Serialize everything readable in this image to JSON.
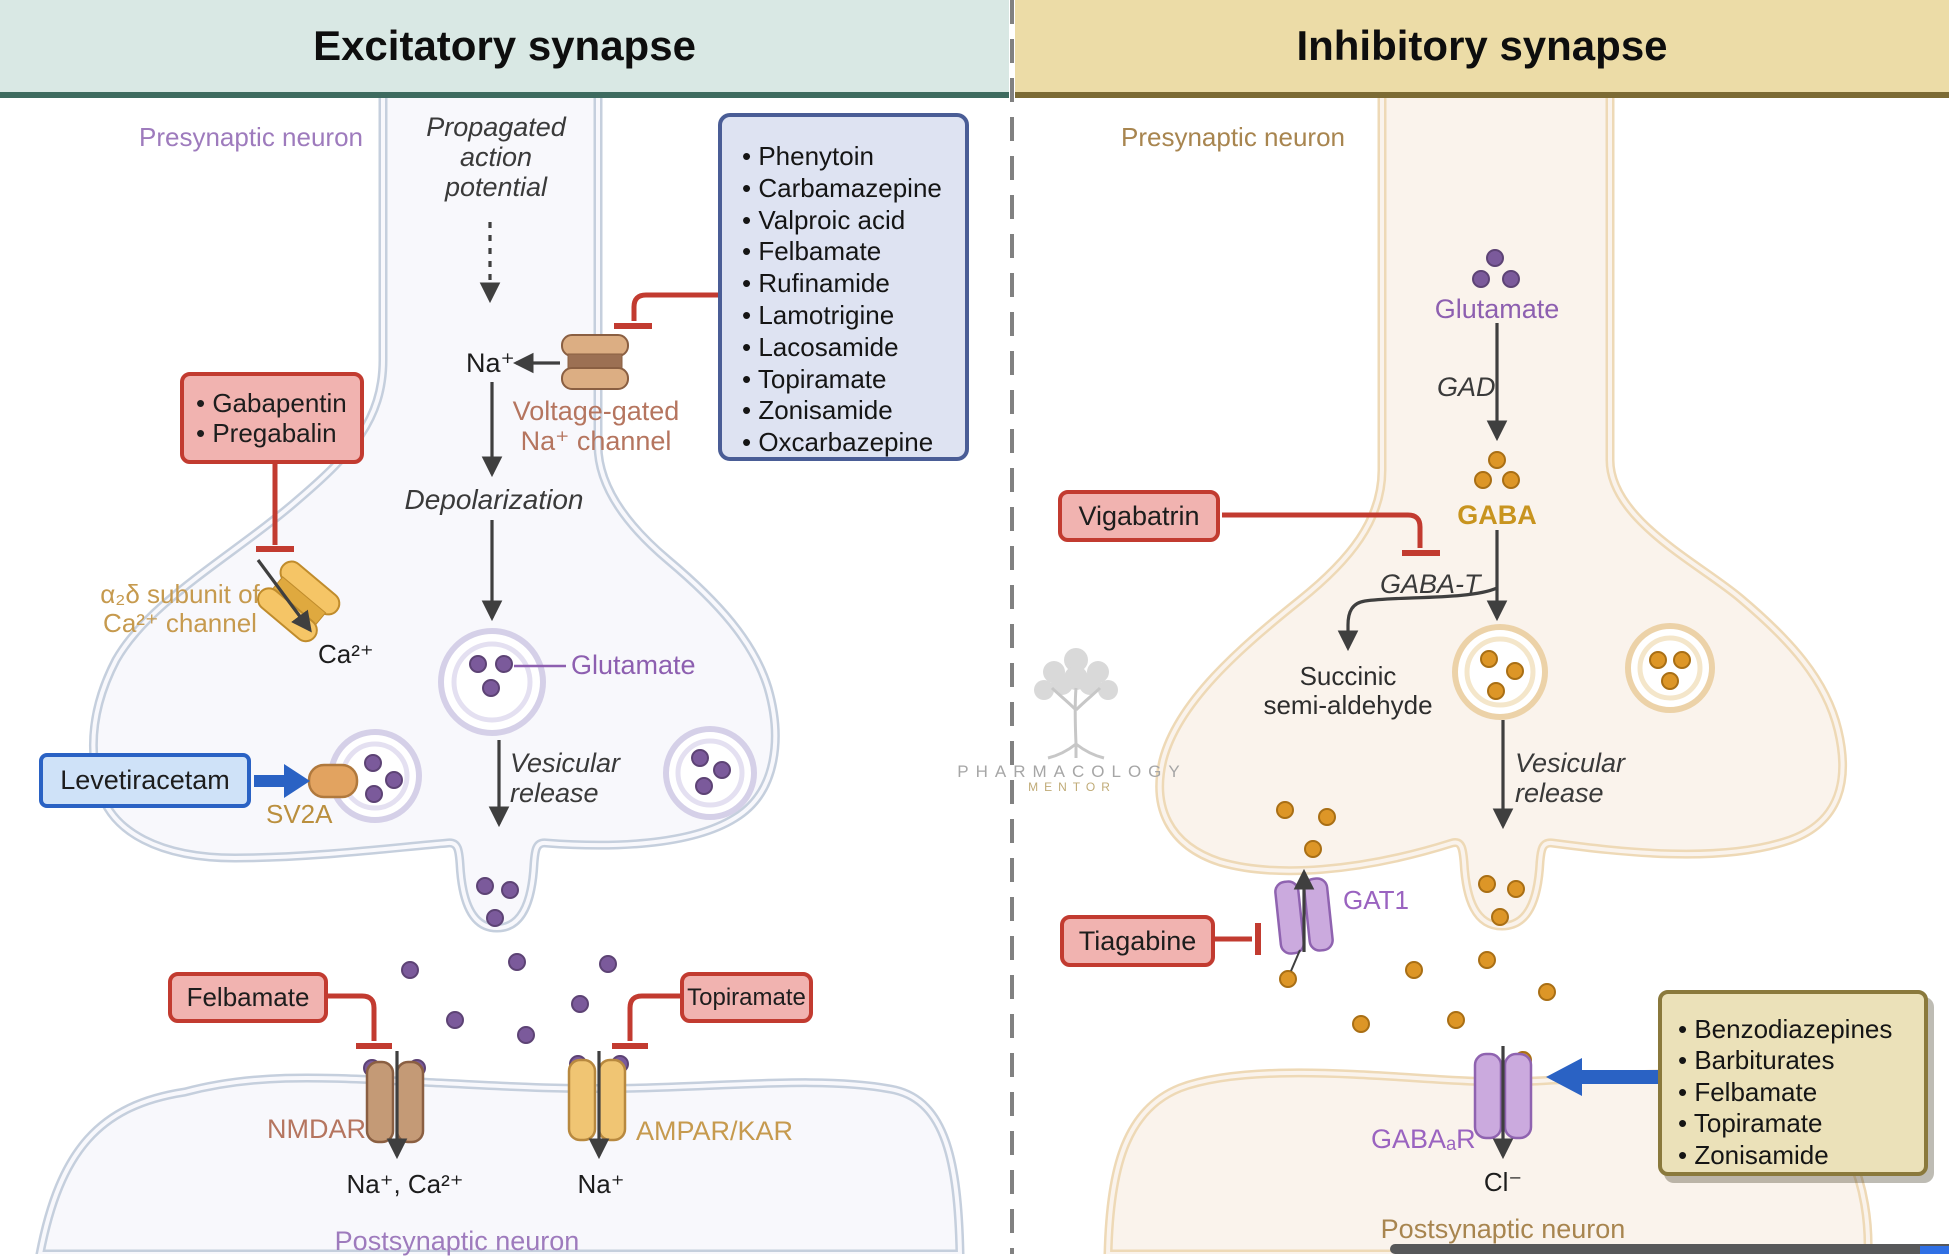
{
  "left_panel": {
    "header": "Excitatory synapse",
    "presynaptic_label": "Presynaptic neuron",
    "propagated_ap": "Propagated\naction\npotential",
    "na_ion": "Na⁺",
    "voltage_gated_channel": "Voltage-gated\nNa⁺ channel",
    "sodium_channel_blockers": [
      "Phenytoin",
      "Carbamazepine",
      "Valproic acid",
      "Felbamate",
      "Rufinamide",
      "Lamotrigine",
      "Lacosamide",
      "Topiramate",
      "Zonisamide",
      "Oxcarbazepine"
    ],
    "depolarization": "Depolarization",
    "ca_channel_drugs": [
      "Gabapentin",
      "Pregabalin"
    ],
    "a2d_subunit": "α₂δ subunit of\nCa²⁺ channel",
    "ca_ion": "Ca²⁺",
    "glutamate": "Glutamate",
    "vesicular_release": "Vesicular\nrelease",
    "levetiracetam": "Levetiracetam",
    "sv2a": "SV2A",
    "felbamate": "Felbamate",
    "topiramate": "Topiramate",
    "nmdar": "NMDAR",
    "ampar": "AMPAR/KAR",
    "na_ca_ions": "Na⁺, Ca²⁺",
    "na_ion2": "Na⁺",
    "postsynaptic_label": "Postsynaptic neuron"
  },
  "right_panel": {
    "header": "Inhibitory synapse",
    "presynaptic_label": "Presynaptic neuron",
    "glutamate": "Glutamate",
    "gad": "GAD",
    "gaba": "GABA",
    "vigabatrin": "Vigabatrin",
    "gaba_t": "GABA-T",
    "succinic": "Succinic\nsemi-aldehyde",
    "vesicular_release": "Vesicular\nrelease",
    "gat1": "GAT1",
    "tiagabine": "Tiagabine",
    "gabaa_enhancers": [
      "Benzodiazepines",
      "Barbiturates",
      "Felbamate",
      "Topiramate",
      "Zonisamide"
    ],
    "gabaar": "GABAₐR",
    "cl_ion": "Cl⁻",
    "postsynaptic_label": "Postsynaptic neuron"
  },
  "watermark": {
    "line1": "PHARMACOLOGY",
    "line2": "MENTOR"
  },
  "theme": {
    "teal-header-bg": "#d9e8e4",
    "teal-header-border": "#3e6b5f",
    "tan-header-bg": "#ecdca7",
    "tan-header-border": "#7c6b34",
    "red": "#c23b30",
    "red-fill": "#f1b3b0",
    "blue": "#2a62c4",
    "blue-fill": "#cfe2f8",
    "navy": "#4a5d96",
    "navy-fill": "#dee3f2",
    "khaki": "#8a793c",
    "khaki-fill": "#ebe1b9",
    "mem-left": "#c5cfdd",
    "mem-left-fill": "#f8f8fc",
    "mem-right": "#eed9b6",
    "mem-right-fill": "#faf3ec",
    "purple-label": "#8d5fb0",
    "purple-ch": "#9a63c0",
    "neuron-left": "#9e7bbd",
    "neuron-right": "#a8854f",
    "salmon": "#b5755f",
    "gold": "#c69a4e",
    "gaba-gold": "#c8941f",
    "arrow": "#3f3f3f",
    "dot-purple": "#7b5a9b",
    "dot-orange": "#dd9627"
  }
}
